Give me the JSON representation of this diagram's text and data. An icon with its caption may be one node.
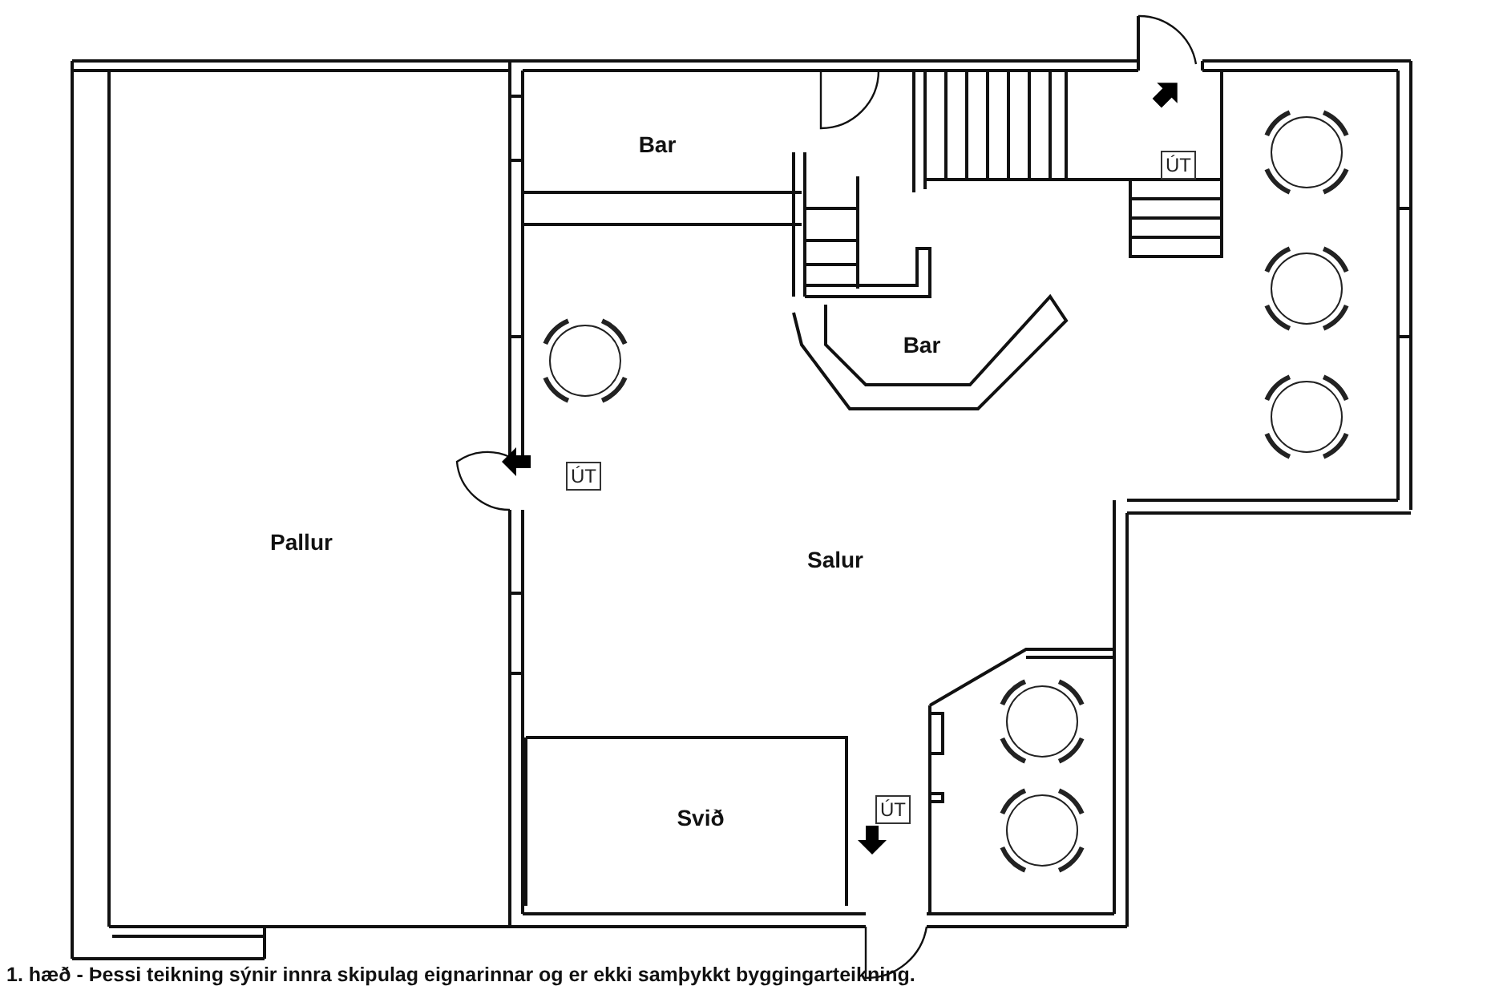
{
  "diagram": {
    "caption": "1. hæð - Þessi teikning sýnir innra skipulag eignarinnar og er ekki samþykkt byggingarteikning.",
    "nodes": [
      {
        "text": [
          "ÚT"
        ]
      },
      {
        "text": [
          "ÚT"
        ]
      },
      {
        "text": [
          "ÚT"
        ]
      }
    ],
    "labels": [
      "Bar",
      "Bar",
      "Pallur",
      "Salur",
      "Svið"
    ]
  }
}
